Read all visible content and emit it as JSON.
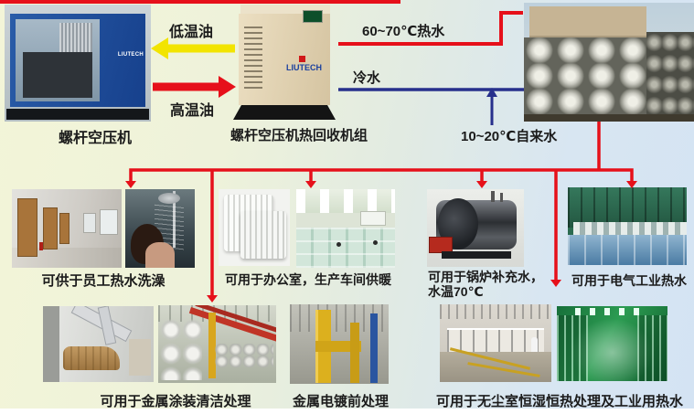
{
  "colors": {
    "red": "#e6101a",
    "yellow": "#f2e400",
    "navy": "#27308c",
    "bg_left": "#f3f5d8",
    "bg_right": "#d4e3f3"
  },
  "machines": {
    "compressor": {
      "label": "螺杆空压机",
      "brand": "LIUTECH"
    },
    "recovery_unit": {
      "label": "螺杆空压机热回收机组",
      "brand": "LIUTECH"
    }
  },
  "flows": {
    "low_temp_oil": "低温油",
    "high_temp_oil": "高温油",
    "hot_water": "60~70℃热水",
    "cold_water": "冷水",
    "tap_water": "10~20℃自来水"
  },
  "applications": {
    "row1": [
      {
        "id": "staff-shower",
        "label": "可供于员工热水洗澡"
      },
      {
        "id": "office-heating",
        "label": "可用于办公室，生产车间供暖"
      },
      {
        "id": "boiler-feed",
        "label_line1": "可用于锅炉补充水，",
        "label_line2": "水温70℃"
      },
      {
        "id": "electric-industry",
        "label": "可用于电气工业热水"
      }
    ],
    "row2": [
      {
        "id": "metal-coating",
        "label": "可用于金属涂装清洁处理"
      },
      {
        "id": "electroplating-pretreat",
        "label": "金属电镀前处理"
      },
      {
        "id": "cleanroom",
        "label": "可用于无尘室恒湿恒热处理及工业用热水"
      }
    ]
  }
}
